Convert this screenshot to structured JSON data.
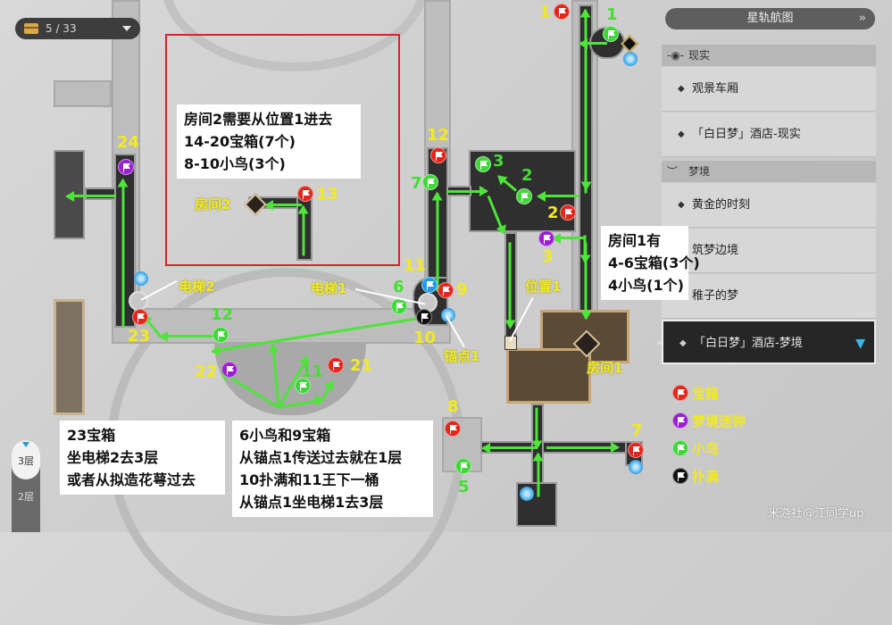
{
  "counter": {
    "icon": "treasure-chest-icon",
    "value": "5 / 33"
  },
  "sidebar": {
    "nav_button": "星轨航图",
    "nav_chevron": "»",
    "sections": [
      {
        "label": "现实",
        "icon": "eye-icon"
      },
      {
        "label": "梦境",
        "icon": "closed-eye-icon"
      }
    ],
    "items": [
      {
        "label": "观景车厢",
        "section": "现实"
      },
      {
        "label": "「白日梦」酒店-现实",
        "section": "现实"
      },
      {
        "label": "黄金的时刻",
        "section": "梦境"
      },
      {
        "label": "筑梦边境",
        "section": "梦境",
        "visible_text": "边境"
      },
      {
        "label": "稚子的梦",
        "section": "梦境",
        "visible_text": "的梦"
      },
      {
        "label": "「白日梦」酒店-梦境",
        "section": "梦境",
        "selected": true
      }
    ]
  },
  "legend": [
    {
      "label": "宝箱",
      "color": "#e3251b"
    },
    {
      "label": "梦境迷钟",
      "color": "#9b1fd1"
    },
    {
      "label": "小鸟",
      "color": "#41d63a"
    },
    {
      "label": "扑满",
      "color": "#111111"
    }
  ],
  "floors": {
    "current": "3层",
    "other": "2层"
  },
  "notes": {
    "room2": [
      "房间2需要从位置1进去",
      "14-20宝箱(7个)",
      "8-10小鸟(3个)"
    ],
    "room1": [
      "房间1有",
      "4-6宝箱(3个)",
      "4小鸟(1个)"
    ],
    "left": [
      "23宝箱",
      "坐电梯2去3层",
      "或者从拟造花萼过去"
    ],
    "center": [
      "6小鸟和9宝箱",
      "从锚点1传送过去就在1层",
      "10扑满和11王下一桶",
      "从锚点1坐电梯1去3层"
    ]
  },
  "map_labels": {
    "room2": "房间2",
    "room1": "房间1",
    "elevator1": "电梯1",
    "elevator2": "电梯2",
    "anchor1": "锚点1",
    "position1": "位置1"
  },
  "markers": [
    {
      "n": "1",
      "type": "chest"
    },
    {
      "n": "1",
      "type": "bird"
    },
    {
      "n": "2",
      "type": "chest"
    },
    {
      "n": "2",
      "type": "bird"
    },
    {
      "n": "3",
      "type": "bird"
    },
    {
      "n": "3",
      "type": "clock"
    },
    {
      "n": "5",
      "type": "bird"
    },
    {
      "n": "6",
      "type": "bird"
    },
    {
      "n": "7",
      "type": "chest"
    },
    {
      "n": "7",
      "type": "bird"
    },
    {
      "n": "8",
      "type": "chest"
    },
    {
      "n": "9",
      "type": "chest"
    },
    {
      "n": "10",
      "type": "piggy"
    },
    {
      "n": "11",
      "type": "bird"
    },
    {
      "n": "11",
      "type": "chest-blue"
    },
    {
      "n": "12",
      "type": "chest"
    },
    {
      "n": "12",
      "type": "bird"
    },
    {
      "n": "13",
      "type": "chest"
    },
    {
      "n": "21",
      "type": "chest"
    },
    {
      "n": "22",
      "type": "clock"
    },
    {
      "n": "23",
      "type": "chest"
    },
    {
      "n": "24",
      "type": "clock"
    }
  ],
  "watermark": "米游社@江同学up"
}
